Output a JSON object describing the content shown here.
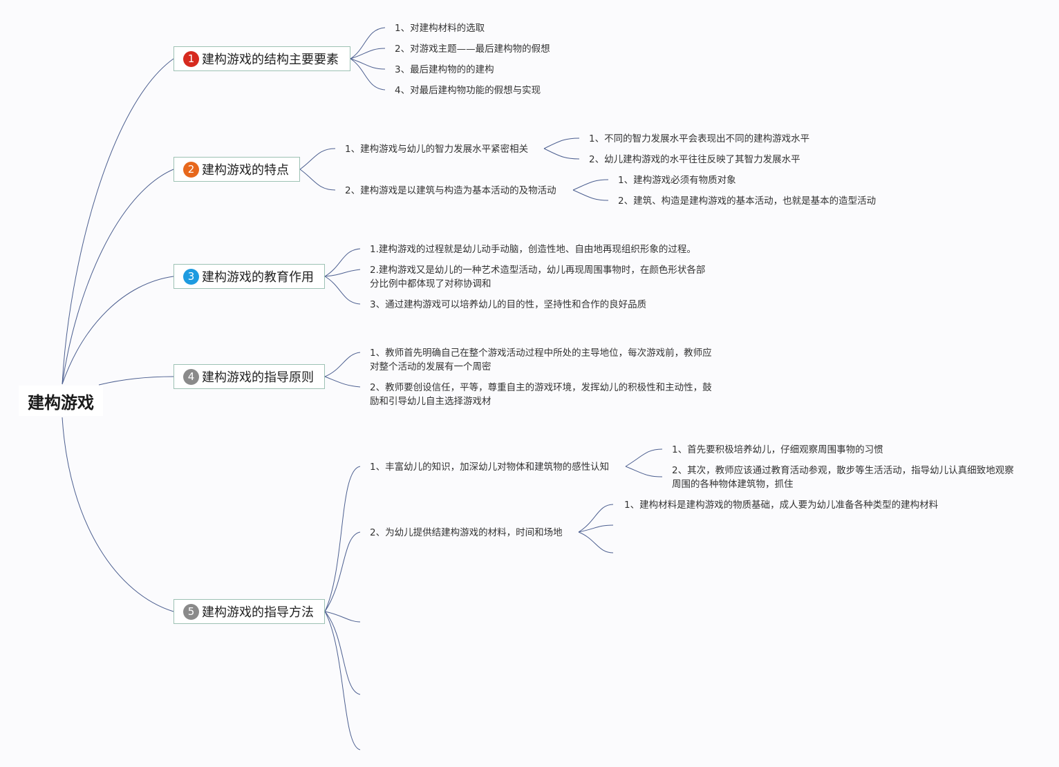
{
  "root": {
    "label": "建构游戏"
  },
  "accent": {
    "line": "#4b5e8f",
    "topic_border": "#9cc1b3"
  },
  "topics": [
    {
      "badge": "1",
      "badge_color": "#d62a1e",
      "label": "建构游戏的结构主要要素",
      "children": [
        "1、对建构材料的选取",
        "2、对游戏主题——最后建构物的假想",
        "3、最后建构物的的建构",
        "4、对最后建构物功能的假想与实现"
      ]
    },
    {
      "badge": "2",
      "badge_color": "#e7681c",
      "label": "建构游戏的特点",
      "children": [
        {
          "label": "1、建构游戏与幼儿的智力发展水平紧密相关",
          "children": [
            "1、不同的智力发展水平会表现出不同的建构游戏水平",
            "2、幼儿建构游戏的水平往往反映了其智力发展水平"
          ]
        },
        {
          "label": "2、建构游戏是以建筑与构造为基本活动的及物活动",
          "children": [
            "1、建构游戏必须有物质对象",
            "2、建筑、构造是建构游戏的基本活动，也就是基本的造型活动"
          ]
        }
      ]
    },
    {
      "badge": "3",
      "badge_color": "#1e9be0",
      "label": "建构游戏的教育作用",
      "children": [
        "1.建构游戏的过程就是幼儿动手动脑，创造性地、自由地再现组织形象的过程。",
        "2.建构游戏又是幼儿的一种艺术造型活动，幼儿再现周围事物时，在颜色形状各部分比例中都体现了对称协调和",
        "3、通过建构游戏可以培养幼儿的目的性，坚持性和合作的良好品质"
      ]
    },
    {
      "badge": "4",
      "badge_color": "#8a8a8a",
      "label": "建构游戏的指导原则",
      "children": [
        "1、教师首先明确自己在整个游戏活动过程中所处的主导地位，每次游戏前，教师应对整个活动的发展有一个周密",
        "2、教师要创设信任，平等，尊重自主的游戏环境，发挥幼儿的积极性和主动性，鼓励和引导幼儿自主选择游戏材"
      ]
    },
    {
      "badge": "5",
      "badge_color": "#8a8a8a",
      "label": "建构游戏的指导方法",
      "children": [
        {
          "label": "1、丰富幼儿的知识，加深幼儿对物体和建筑物的感性认知",
          "children": [
            "1、首先要积极培养幼儿，仔细观察周围事物的习惯",
            "2、其次，教师应该通过教育活动参观，散步等生活活动，指导幼儿认真细致地观察周围的各种物体建筑物，抓住"
          ]
        },
        {
          "label": "2、为幼儿提供结建构游戏的材料，时间和场地",
          "children": [
            "1、建构材料是建构游戏的物质基础，成人要为幼儿准备各种类型的建构材料"
          ]
        }
      ]
    }
  ]
}
